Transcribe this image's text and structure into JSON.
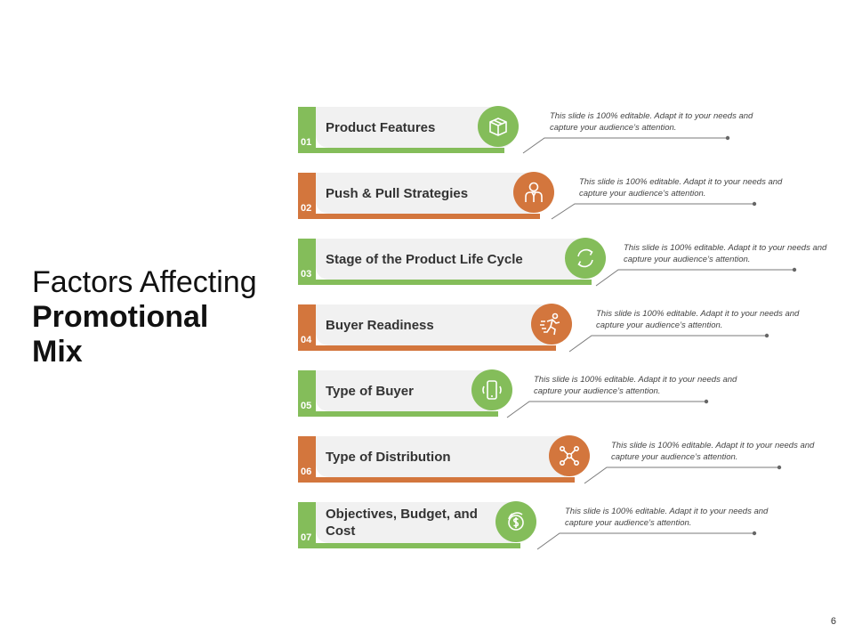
{
  "title": {
    "line1": "Factors Affecting",
    "line2": "Promotional",
    "line3": "Mix"
  },
  "colors": {
    "green": "#84bd5a",
    "orange": "#d3763d"
  },
  "items": [
    {
      "num": "01",
      "label": "Product Features",
      "icon": "box-icon",
      "color": "green",
      "desc": "This slide is 100% editable. Adapt it to your needs and capture your audience’s attention."
    },
    {
      "num": "02",
      "label": "Push & Pull Strategies",
      "icon": "person-icon",
      "color": "orange",
      "desc": "This slide is 100% editable. Adapt it to your needs and capture your audience’s attention."
    },
    {
      "num": "03",
      "label": "Stage of the Product Life Cycle",
      "icon": "cycle-icon",
      "color": "green",
      "desc": "This slide is 100% editable. Adapt it to your needs and capture your audience’s attention."
    },
    {
      "num": "04",
      "label": "Buyer Readiness",
      "icon": "runner-icon",
      "color": "orange",
      "desc": "This slide is 100% editable. Adapt it to your needs and capture your audience’s attention."
    },
    {
      "num": "05",
      "label": "Type of Buyer",
      "icon": "phone-icon",
      "color": "green",
      "desc": "This slide is 100% editable. Adapt it to your needs and capture your audience’s attention."
    },
    {
      "num": "06",
      "label": "Type of Distribution",
      "icon": "network-icon",
      "color": "orange",
      "desc": "This slide is 100% editable. Adapt it to your needs and capture your audience’s attention."
    },
    {
      "num": "07",
      "label": "Objectives, Budget, and Cost",
      "icon": "dollar-coins-icon",
      "color": "green",
      "desc": "This slide is 100% editable. Adapt it to your needs and capture your audience’s attention."
    }
  ],
  "page_number": "6"
}
